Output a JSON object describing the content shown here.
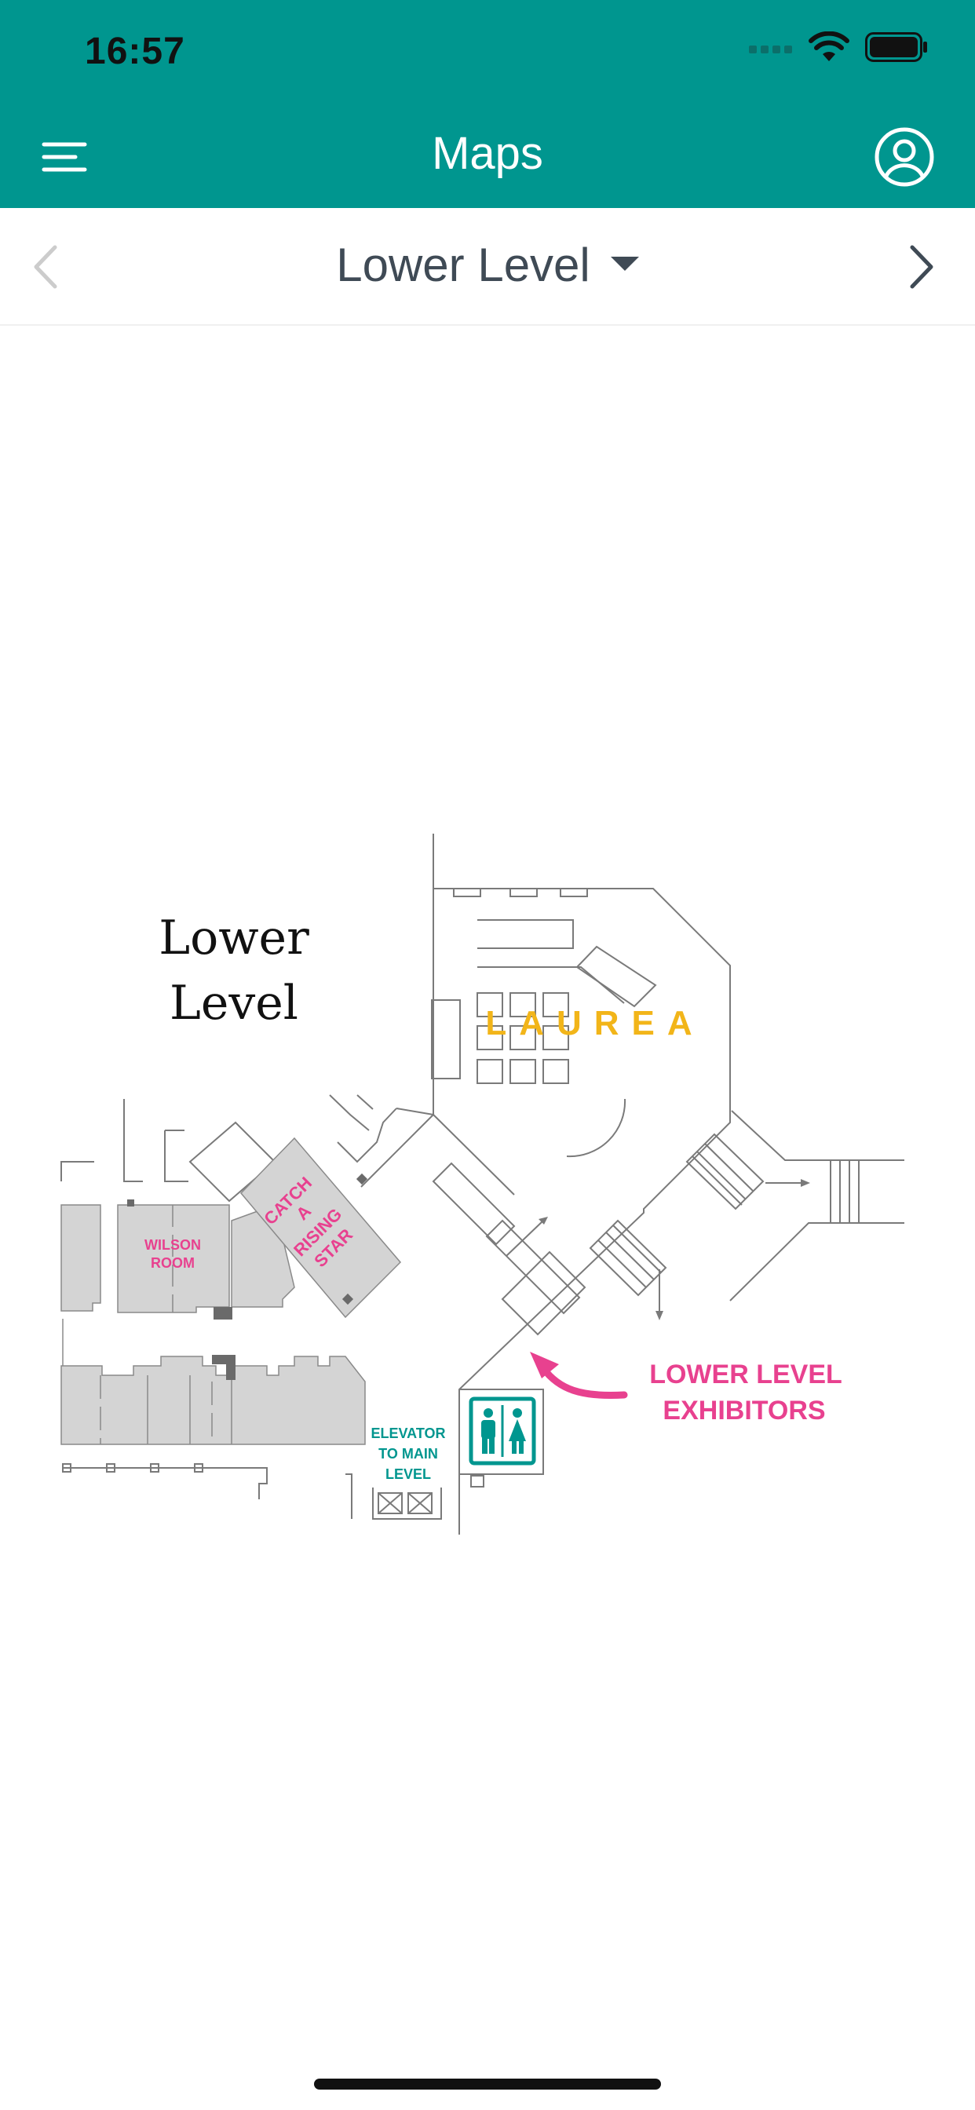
{
  "status_bar": {
    "time": "16:57",
    "icons": [
      "cellular-icon",
      "wifi-icon",
      "battery-icon"
    ]
  },
  "header": {
    "title": "Maps",
    "menu_icon": "hamburger-menu-icon",
    "profile_icon": "user-profile-icon"
  },
  "level_selector": {
    "current": "Lower Level",
    "prev_icon": "chevron-left-icon",
    "next_icon": "chevron-right-icon"
  },
  "map": {
    "heading_line1": "Lower",
    "heading_line2": "Level",
    "brand_label": "LAUREA",
    "wilson_room_line1": "WILSON",
    "wilson_room_line2": "ROOM",
    "catch_line1": "CATCH",
    "catch_line2": "A",
    "catch_line3": "RISING",
    "catch_line4": "STAR",
    "exhibitors_line1": "LOWER LEVEL",
    "exhibitors_line2": "EXHIBITORS",
    "elevator_line1": "ELEVATOR",
    "elevator_line2": "TO MAIN",
    "elevator_line3": "LEVEL",
    "restroom_icon": "restroom-icon"
  },
  "colors": {
    "brand_teal": "#00968f",
    "accent_pink": "#e8418f",
    "gold": "#f2b519",
    "room_gray": "#d4d4d4"
  }
}
